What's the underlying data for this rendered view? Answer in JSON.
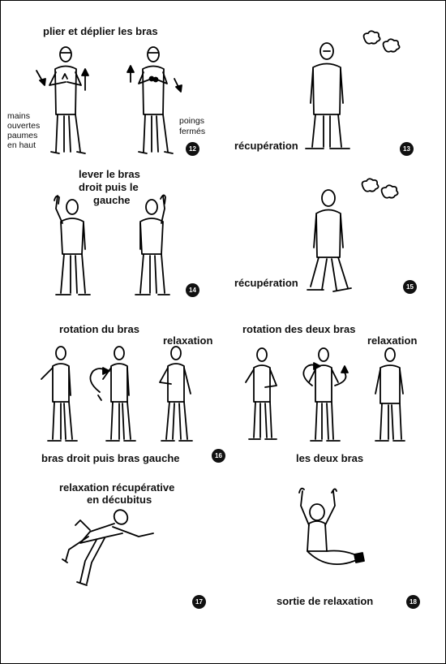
{
  "labels": {
    "plier": "plier et déplier les bras",
    "mains_1": "mains",
    "mains_2": "ouvertes",
    "mains_3": "paumes",
    "mains_4": "en haut",
    "poings_1": "poings",
    "poings_2": "fermés",
    "recup1": "récupération",
    "lever_1": "lever le bras",
    "lever_2": "droit puis le",
    "lever_3": "gauche",
    "recup2": "récupération",
    "rotation_bras": "rotation du bras",
    "relax1": "relaxation",
    "rotation_deux": "rotation des deux bras",
    "relax2": "relaxation",
    "bras_droit": "bras droit puis bras gauche",
    "deux_bras": "les deux bras",
    "decubitus_1": "relaxation récupérative",
    "decubitus_2": "en décubitus",
    "sortie": "sortie de relaxation"
  },
  "step_numbers": [
    "12",
    "13",
    "14",
    "15",
    "16",
    "17",
    "18"
  ],
  "icons": [
    "breath-cloud-icon",
    "rotation-arrow-icon",
    "direction-arrow-icon"
  ],
  "colors": {
    "ink": "#000000",
    "paper": "#ffffff"
  }
}
